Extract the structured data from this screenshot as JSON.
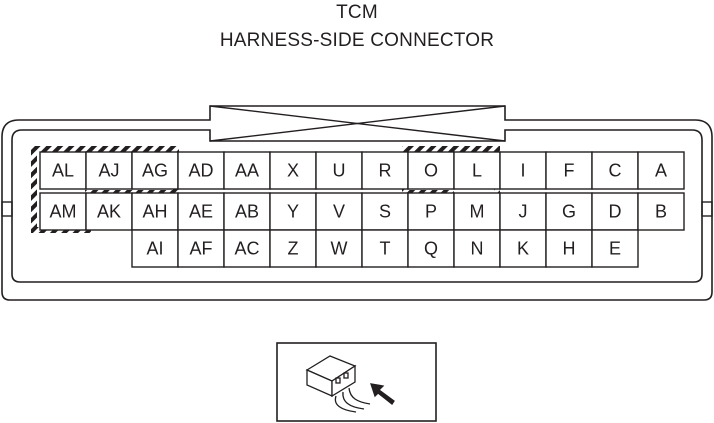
{
  "title": {
    "line1": "TCM",
    "line2": "HARNESS-SIDE CONNECTOR"
  },
  "connector": {
    "rows": [
      [
        "AL",
        "AJ",
        "AG",
        "AD",
        "AA",
        "X",
        "U",
        "R",
        "O",
        "L",
        "I",
        "F",
        "C",
        "A"
      ],
      [
        "AM",
        "AK",
        "AH",
        "AE",
        "AB",
        "Y",
        "V",
        "S",
        "P",
        "M",
        "J",
        "G",
        "D",
        "B"
      ],
      [
        "AI",
        "AF",
        "AC",
        "Z",
        "W",
        "T",
        "Q",
        "N",
        "K",
        "H",
        "E"
      ]
    ],
    "highlighted_pins": [
      "AL",
      "AJ",
      "AG",
      "AM",
      "O",
      "L",
      "M"
    ]
  },
  "colors": {
    "line": "#231f20",
    "background": "#ffffff",
    "hatch": "#231f20"
  },
  "icons": {
    "view_direction": "connector-view-arrow-icon"
  }
}
